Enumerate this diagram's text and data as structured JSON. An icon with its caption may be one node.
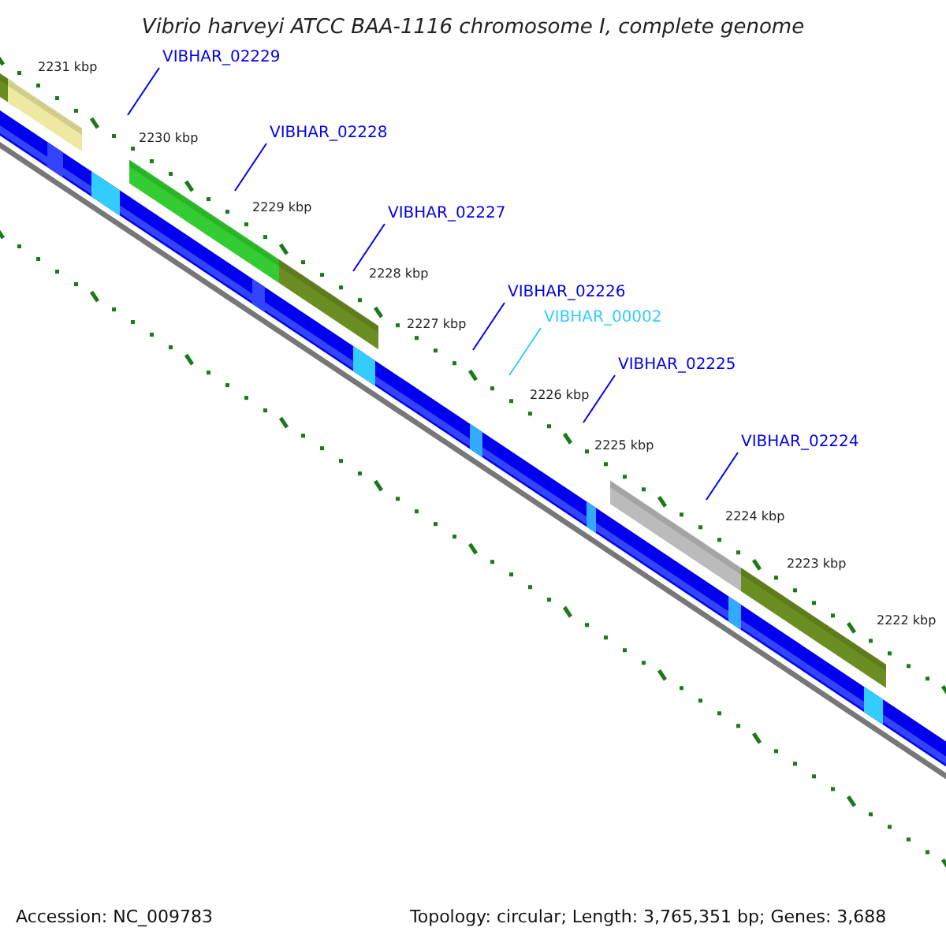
{
  "diagram": {
    "title": "Vibrio harveyi ATCC BAA-1116 chromosome I, complete genome",
    "nodes": [
      {
        "text": [
          "VIBHAR_02229"
        ]
      },
      {
        "text": [
          "VIBHAR_02228"
        ]
      },
      {
        "text": [
          "VIBHAR_02227"
        ]
      },
      {
        "text": [
          "VIBHAR_02226"
        ]
      },
      {
        "text": [
          "VIBHAR_00002"
        ]
      },
      {
        "text": [
          "VIBHAR_02225"
        ]
      },
      {
        "text": [
          "VIBHAR_02224"
        ]
      }
    ],
    "edges": [
      {
        "from": 0,
        "to": null,
        "arrow": "none"
      },
      {
        "from": 1,
        "to": null,
        "arrow": "none"
      },
      {
        "from": 2,
        "to": null,
        "arrow": "none"
      },
      {
        "from": 3,
        "to": null,
        "arrow": "none"
      },
      {
        "from": 4,
        "to": null,
        "arrow": "none",
        "color": "#33ccff"
      },
      {
        "from": 5,
        "to": null,
        "arrow": "none"
      },
      {
        "from": 6,
        "to": null,
        "arrow": "none"
      }
    ],
    "labels": [
      "2231 kbp",
      "2230 kbp",
      "2229 kbp",
      "2228 kbp",
      "2227 kbp",
      "2226 kbp",
      "2225 kbp",
      "2224 kbp",
      "2223 kbp",
      "2222 kbp",
      "Accession: NC_009783",
      "Topology: circular; Length: 3,765,351 bp; Genes: 3,688"
    ]
  }
}
